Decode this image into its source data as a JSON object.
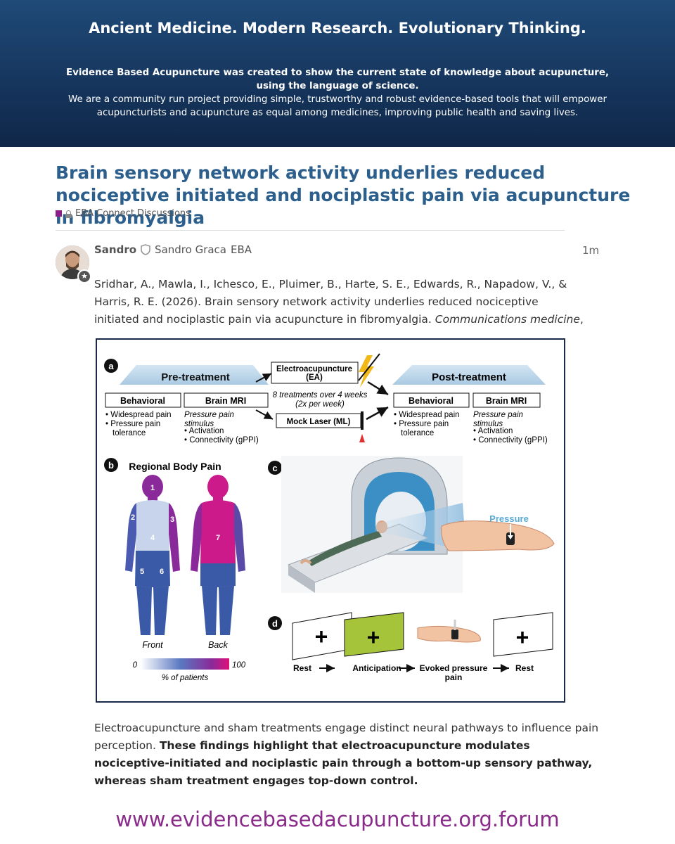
{
  "banner": {
    "tagline": "Ancient Medicine. Modern Research. Evolutionary Thinking.",
    "intro_bold_1": "Evidence Based Acupuncture was created to show the current state of knowledge about acupuncture,",
    "intro_bold_2": "using the language of science.",
    "intro_1": "We are a community run project providing simple, trustworthy and robust evidence-based tools that will empower",
    "intro_2": "acupuncturists and acupuncture as equal among medicines, improving public health and saving lives."
  },
  "topic": {
    "title": "Brain sensory network activity underlies reduced nociceptive initiated and nociplastic pain via acupuncture in fibromyalgia",
    "category": "EBA Connect Discussions",
    "category_color": "#8a1f8a"
  },
  "post": {
    "username": "Sandro",
    "full_name": "Sandro Graca",
    "user_title": "EBA",
    "time": "1m",
    "citation": "Sridhar, A., Mawla, I., Ichesco, E., Pluimer, B., Harte, S. E., Edwards, R., Napadow, V., & Harris, R. E. (2026). Brain sensory network activity underlies reduced nociceptive initiated and nociplastic pain via acupuncture in fibromyalgia.",
    "journal": "Communications medicine",
    "journal_suffix": ",",
    "summary_plain": "Electroacupuncture and sham treatments engage distinct neural pathways to influence pain perception.",
    "summary_bold": "These findings highlight that electroacupuncture modulates nociceptive-initiated and nociplastic pain through a bottom-up sensory pathway, whereas sham treatment engages top-down control."
  },
  "figure": {
    "panel_a": "a",
    "pre_treatment": "Pre-treatment",
    "post_treatment": "Post-treatment",
    "behavioral": "Behavioral",
    "brain_mri": "Brain MRI",
    "ea_line1": "Electroacupuncture",
    "ea_line2": "(EA)",
    "treatments_line1": "8 treatments over 4 weeks",
    "treatments_line2": "(2x per week)",
    "mock_laser": "Mock Laser (ML)",
    "beh_1": "• Widespread pain",
    "beh_2": "• Pressure pain",
    "beh_3": "tolerance",
    "mri_1": "Pressure pain",
    "mri_2": "stimulus",
    "mri_3": "• Activation",
    "mri_4": "• Connectivity (gPPI)",
    "panel_b": "b",
    "regional_body_pain": "Regional Body Pain",
    "front": "Front",
    "back": "Back",
    "scale_min": "0",
    "scale_max": "100",
    "pct_patients": "% of patients",
    "region_labels": [
      "1",
      "2",
      "3",
      "4",
      "5",
      "6",
      "7"
    ],
    "panel_c": "c",
    "pressure": "Pressure",
    "panel_d": "d",
    "plus": "+",
    "rest": "Rest",
    "anticipation": "Anticipation",
    "evoked_line1": "Evoked pressure",
    "evoked_line2": "pain",
    "colors": {
      "navy": "#1a2a4a",
      "purple": "#8a2a9a",
      "magenta": "#cc1a8a",
      "blue": "#3a5aa8",
      "light": "#c8d4ec",
      "anticipation": "#a6c43a",
      "pressure_text": "#5aaad8"
    }
  },
  "footer": {
    "url": "www.evidencebasedacupuncture.org.forum"
  }
}
